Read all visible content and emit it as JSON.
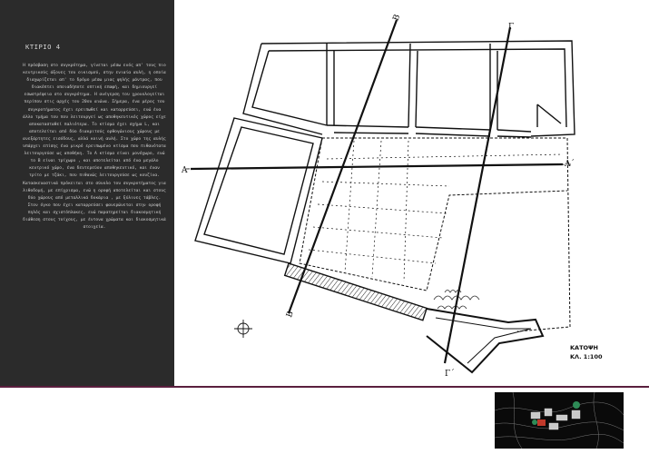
{
  "sidebar": {
    "title": "ΚΤΙΡΙΟ 4",
    "text": "Η πρόσβαση στο συγκρότημα, γίνεται μέσω ενός απ' τους πιο κεντρικούς άξονες του οικισμού, στην ενιαία αυλή, η οποία διαχωρίζεται απ' το δρόμο μέσω μιας ψηλής μάντρας, που διακόπτει οποιαδήποτε οπτική επαφή, και δημιουργεί εσωστρέφεια στο συγκρότημα. Η ανέγερση του χρονολογείται περίπου στις αρχές του 20ου αιώνα. Σήμερα, ένα μέρος του συγκροτήματος έχει ερειπωθεί και καταρρεύσει, ενώ ένα άλλο τμήμα του που λειτουργεί ως αποθηκευτικός χώρος είχε αποκατασταθεί παλιότερα. Το κτίσμα έχει σχήμα L, και αποτελείται από δύο διακριτούς ορθογώνιους χώρους με ανεξάρτητες εισόδους, αλλά κοινή αυλή. Στο χώρο της αυλής υπάρχει επίσης ένα μικρό ερειπωμένο κτίσμα που πιθανότατα λειτουργούσε ως αποθήκη. Το Α κτίσμα είναι μονόχωρο, ενώ το Β είναι τρίχωρο , και αποτελείται από ένα μεγάλο κεντρικό χώρο, ένα δευτερεύον αποθηκευτικό, και έναν τρίτο με τζάκι, που πιθανώς λειτουργούσε ως κουζίνα. Κατασκευαστικά πρόκειται στο σύνολο του συγκροτήματος για λιθοδομή, με επίχρισμα, ενώ η οροφή αποτελείται και στους δύο χώρους από μεταλλικά δοκάρια , με ξύλινες τάβλες. Στον όγκο που έχει καταρρεύσει φανερώνεται στην οροφή πηλός και σχιστόπλακες, ενώ παρατηρείται διακοσμητική διάθεση στους τοίχους, με έντονα χρώματα και διακοσμητικά στοιχεία."
  },
  "plan": {
    "section_a_left": "Α",
    "section_a_right": "Α΄",
    "section_b_top": "Β",
    "section_b_bottom": "Β",
    "section_g_top": "Γ",
    "section_g_bottom": "Γ΄"
  },
  "caption": {
    "title": "ΚΑΤΟΨΗ",
    "scale": "ΚΛ. 1:100"
  },
  "colors": {
    "sidebar_bg": "#2b2b2b",
    "divider": "#5a1f3e",
    "minimap_bg": "#0a0a0a"
  }
}
